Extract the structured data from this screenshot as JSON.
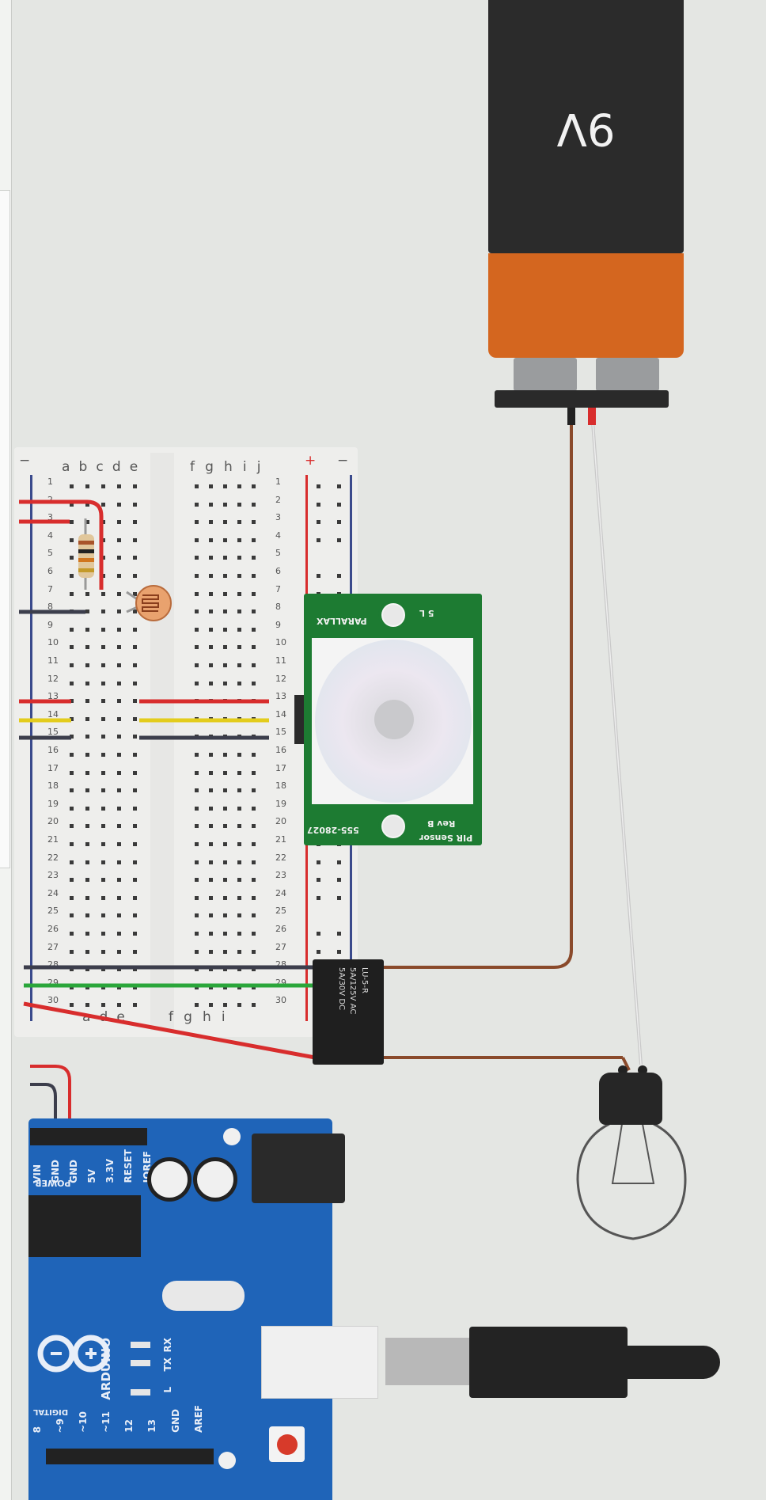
{
  "battery": {
    "label": "9V",
    "terminals": [
      "negative-terminal",
      "positive-terminal"
    ]
  },
  "breadboard": {
    "columns_left": [
      "a",
      "b",
      "c",
      "d",
      "e"
    ],
    "columns_right": [
      "f",
      "g",
      "h",
      "i",
      "j"
    ],
    "rail_plus": "+",
    "rail_minus": "−",
    "rows": [
      "1",
      "2",
      "3",
      "4",
      "5",
      "6",
      "7",
      "8",
      "9",
      "10",
      "11",
      "12",
      "13",
      "14",
      "15",
      "16",
      "17",
      "18",
      "19",
      "20",
      "21",
      "22",
      "23",
      "24",
      "25",
      "26",
      "27",
      "28",
      "29",
      "30"
    ]
  },
  "pir_sensor": {
    "brand": "PARALLAX",
    "name": "PIR Sensor",
    "revision": "Rev B",
    "part_number": "555-28027",
    "pins": "5 L"
  },
  "relay": {
    "model": "LU-5-R",
    "rating_ac": "5A/125V AC",
    "rating_dc": "5A/30V DC"
  },
  "arduino": {
    "brand": "ARDUINO",
    "power_label": "POWER",
    "power_pins": [
      "IOREF",
      "RESET",
      "3.3V",
      "5V",
      "GND",
      "GND",
      "VIN"
    ],
    "led_labels": [
      "RX",
      "TX",
      "L"
    ],
    "digital_label": "DIGITAL",
    "digital_pins": [
      "AREF",
      "GND",
      "13",
      "12",
      "~11",
      "~10",
      "~9",
      "8"
    ]
  },
  "colors": {
    "background": "#e4e6e3",
    "wire_red": "#d82d2d",
    "wire_yellow": "#e3cc1c",
    "wire_black": "#3c3e4c",
    "wire_green": "#2aa63a",
    "wire_brown": "#8a4a2b",
    "pir_board": "#1d7b32",
    "arduino_board": "#1f64b8"
  }
}
